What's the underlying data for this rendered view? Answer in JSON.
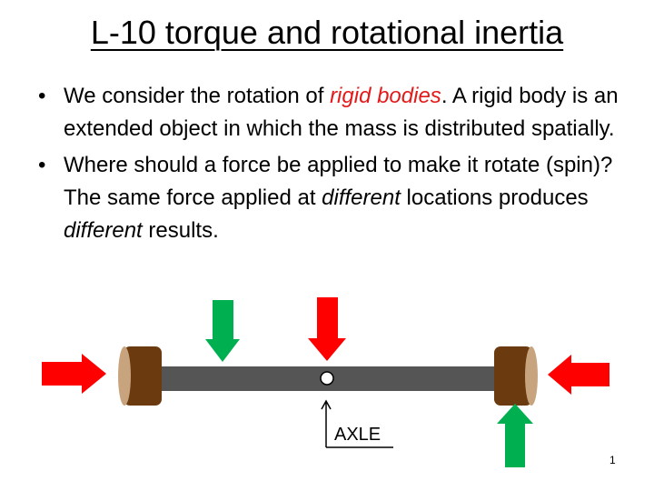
{
  "slide": {
    "title": "L-10 torque and rotational inertia",
    "bullets": [
      {
        "marker": "•",
        "segments": [
          {
            "text": "We consider the rotation of ",
            "style": "normal"
          },
          {
            "text": "rigid bodies",
            "style": "highlight"
          },
          {
            "text": ". A rigid body is an extended object in which the mass is distributed spatially.",
            "style": "normal"
          }
        ]
      },
      {
        "marker": "•",
        "segments": [
          {
            "text": "Where should a force be applied to make it rotate (spin)? The same force applied at ",
            "style": "normal"
          },
          {
            "text": "different",
            "style": "italic"
          },
          {
            "text": " locations produces ",
            "style": "normal"
          },
          {
            "text": "different",
            "style": "italic"
          },
          {
            "text": " results.",
            "style": "normal"
          }
        ]
      }
    ],
    "axle_label": "AXLE",
    "page_number": "1",
    "colors": {
      "highlight": "#e41a1a",
      "red_arrow": "#ff0000",
      "green_arrow": "#00b050",
      "rod": "#555555",
      "wheel_face": "#6b3a0e",
      "wheel_rim": "#c8a47e"
    },
    "icons": [
      "red-arrow-right-icon",
      "green-arrow-down-icon",
      "red-arrow-down-icon",
      "red-arrow-left-icon",
      "green-arrow-up-icon"
    ]
  }
}
